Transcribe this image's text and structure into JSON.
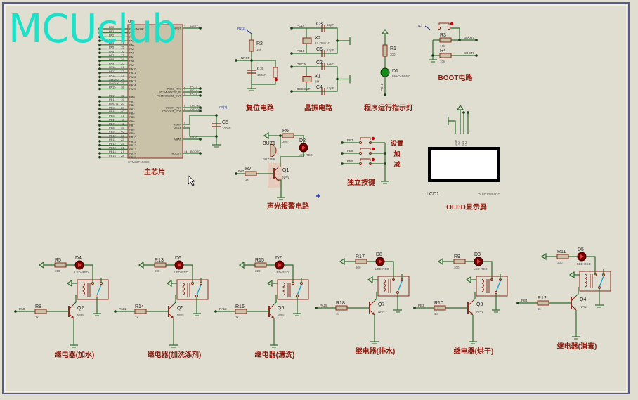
{
  "watermark": "MCUclub",
  "colors": {
    "wire": "#2e6b2e",
    "body": "#c9c2a8",
    "outline": "#8b2c1e",
    "label": "#8b1a0e",
    "bg": "#e0ded1",
    "border": "#5a5a8a",
    "switch": "#2aa5c8",
    "ledRed": "#7a0000",
    "ledGreen": "#1a8a1a"
  },
  "mcu": {
    "ref": "U1",
    "part": "STM32F103C8",
    "title": "主芯片",
    "left_pins": [
      {
        "net": "PA0",
        "num": "10",
        "name": "PA0-WKUP"
      },
      {
        "net": "PA1",
        "num": "11",
        "name": "PA1"
      },
      {
        "net": "PA2",
        "num": "12",
        "name": "PA2"
      },
      {
        "net": "PA3",
        "num": "13",
        "name": "PA3"
      },
      {
        "net": "PA4",
        "num": "14",
        "name": "PA4"
      },
      {
        "net": "PA5",
        "num": "15",
        "name": "PA5"
      },
      {
        "net": "PA6",
        "num": "16",
        "name": "PA6"
      },
      {
        "net": "PA7",
        "num": "17",
        "name": "PA7"
      },
      {
        "net": "PA8",
        "num": "29",
        "name": "PA8"
      },
      {
        "net": "PA9",
        "num": "30",
        "name": "PA9"
      },
      {
        "net": "PA10",
        "num": "31",
        "name": "PA10"
      },
      {
        "net": "PA11",
        "num": "32",
        "name": "PA11"
      },
      {
        "net": "PA12",
        "num": "33",
        "name": "PA12"
      },
      {
        "net": "SWDIO",
        "num": "34",
        "name": "PA13"
      },
      {
        "net": "SWCLK",
        "num": "37",
        "name": "PA14"
      },
      {
        "net": "PA15",
        "num": "38",
        "name": "PA15"
      },
      {
        "net": "PB0",
        "num": "18",
        "name": "PB0"
      },
      {
        "net": "PB1",
        "num": "19",
        "name": "PB1"
      },
      {
        "net": "BOOT1",
        "num": "20",
        "name": "PB2"
      },
      {
        "net": "PB3",
        "num": "39",
        "name": "PB3"
      },
      {
        "net": "PB4",
        "num": "40",
        "name": "PB4"
      },
      {
        "net": "PB5",
        "num": "41",
        "name": "PB5"
      },
      {
        "net": "PB6",
        "num": "42",
        "name": "PB6"
      },
      {
        "net": "PB7",
        "num": "43",
        "name": "PB7"
      },
      {
        "net": "PB8",
        "num": "45",
        "name": "PB8"
      },
      {
        "net": "PB9",
        "num": "46",
        "name": "PB9"
      },
      {
        "net": "PB10",
        "num": "21",
        "name": "PB10"
      },
      {
        "net": "PB11",
        "num": "22",
        "name": "PB11"
      },
      {
        "net": "PB12",
        "num": "25",
        "name": "PB12"
      },
      {
        "net": "PB13",
        "num": "26",
        "name": "PB13"
      },
      {
        "net": "PB14",
        "num": "27",
        "name": "PB14"
      },
      {
        "net": "PB15",
        "num": "28",
        "name": "PB15"
      }
    ],
    "right_pins": [
      {
        "net": "NRST",
        "num": "7",
        "name": "NRST"
      },
      {
        "net": "PC13",
        "num": "2",
        "name": "PC13_RTC"
      },
      {
        "net": "PC14",
        "num": "3",
        "name": "PC14-OSC32_IN"
      },
      {
        "net": "PC15",
        "num": "4",
        "name": "PC15-OSC32_OUT"
      },
      {
        "net": "OSCIN",
        "num": "5",
        "name": "OSCIN_PD0"
      },
      {
        "net": "OSCOUT",
        "num": "6",
        "name": "OSCOUT_PD1"
      },
      {
        "net": "",
        "num": "9",
        "name": "VDDA"
      },
      {
        "net": "",
        "num": "8",
        "name": "VSSA"
      },
      {
        "net": "VBAT",
        "num": "1",
        "name": "VBAT"
      },
      {
        "net": "BOOT0",
        "num": "44",
        "name": "BOOT0"
      }
    ],
    "c5": {
      "ref": "C5",
      "value": "100nF",
      "probe": "C5(2)"
    }
  },
  "reset": {
    "title": "复位电路",
    "r": {
      "ref": "R2",
      "value": "10k"
    },
    "c": {
      "ref": "C1",
      "value": "100nF"
    },
    "net": "NRST",
    "probe": "R2(2)"
  },
  "crystal": {
    "title": "晶振电路",
    "x2": {
      "ref": "X2",
      "value": "32.768KHz"
    },
    "x1": {
      "ref": "X1",
      "value": "8M"
    },
    "caps": [
      {
        "ref": "C3",
        "value": "12pF"
      },
      {
        "ref": "C6",
        "value": "12pF"
      },
      {
        "ref": "C2",
        "value": "12pF"
      },
      {
        "ref": "C4",
        "value": "12pF"
      }
    ],
    "nets": [
      "PC14",
      "PC15",
      "OSCIN",
      "OSCOUT"
    ]
  },
  "indicator": {
    "title": "程序运行指示灯",
    "r": {
      "ref": "R1",
      "value": "300"
    },
    "led": {
      "ref": "D1",
      "value": "LED-GREEN"
    },
    "net": "PC13"
  },
  "boot": {
    "title": "BOOT电路",
    "r3": {
      "ref": "R3",
      "value": "10k"
    },
    "r4": {
      "ref": "R4",
      "value": "10k"
    },
    "nets": [
      "BOOT0",
      "BOOT1"
    ],
    "probe": "(1)"
  },
  "alarm": {
    "title": "声光报警电路",
    "r6": {
      "ref": "R6",
      "value": "300"
    },
    "led": {
      "ref": "D2",
      "value": "LED-RED"
    },
    "buzzer": {
      "ref": "BUZ1",
      "value": "BUZZER"
    },
    "r7": {
      "ref": "R7",
      "value": "1k"
    },
    "q": {
      "ref": "Q1",
      "value": "NPN"
    },
    "net": "PA7"
  },
  "keys": {
    "title": "独立按键",
    "nets": [
      "PB7",
      "PB8",
      "PB9"
    ],
    "labels": [
      "设置",
      "加",
      "减"
    ]
  },
  "oled": {
    "title": "OLED显示屏",
    "ref": "LCD1",
    "part": "OLED12864I2C",
    "pins": [
      "GND",
      "VCC",
      "SCL",
      "SDA"
    ]
  },
  "relays": [
    {
      "title": "继电器(加水)",
      "r_led": {
        "ref": "R5",
        "value": "300"
      },
      "led": {
        "ref": "D4",
        "value": "LED-RED"
      },
      "r_base": {
        "ref": "R8",
        "value": "1k"
      },
      "q": {
        "ref": "Q2",
        "value": "NPN"
      },
      "net": "PA8"
    },
    {
      "title": "继电器(加洗涤剂)",
      "r_led": {
        "ref": "R13",
        "value": "300"
      },
      "led": {
        "ref": "D6",
        "value": "LED-RED"
      },
      "r_base": {
        "ref": "R14",
        "value": "1k"
      },
      "q": {
        "ref": "Q5",
        "value": "NPN"
      },
      "net": "PA11"
    },
    {
      "title": "继电器(清洗)",
      "r_led": {
        "ref": "R15",
        "value": "300"
      },
      "led": {
        "ref": "D7",
        "value": "LED-RED"
      },
      "r_base": {
        "ref": "R16",
        "value": "1k"
      },
      "q": {
        "ref": "Q6",
        "value": "NPN"
      },
      "net": "PA12"
    },
    {
      "title": "继电器(排水)",
      "r_led": {
        "ref": "R17",
        "value": "300"
      },
      "led": {
        "ref": "D8",
        "value": "LED-RED"
      },
      "r_base": {
        "ref": "R18",
        "value": "1k"
      },
      "q": {
        "ref": "Q7",
        "value": "NPN"
      },
      "net": "PA15"
    },
    {
      "title": "继电器(烘干)",
      "r_led": {
        "ref": "R9",
        "value": "300"
      },
      "led": {
        "ref": "D3",
        "value": "LED-RED"
      },
      "r_base": {
        "ref": "R10",
        "value": "1k"
      },
      "q": {
        "ref": "Q3",
        "value": "NPN"
      },
      "net": "PB3"
    },
    {
      "title": "继电器(消毒)",
      "r_led": {
        "ref": "R11",
        "value": "300"
      },
      "led": {
        "ref": "D5",
        "value": "LED-RED"
      },
      "r_base": {
        "ref": "R12",
        "value": "1k"
      },
      "q": {
        "ref": "Q4",
        "value": "NPN"
      },
      "net": "PB4"
    }
  ]
}
